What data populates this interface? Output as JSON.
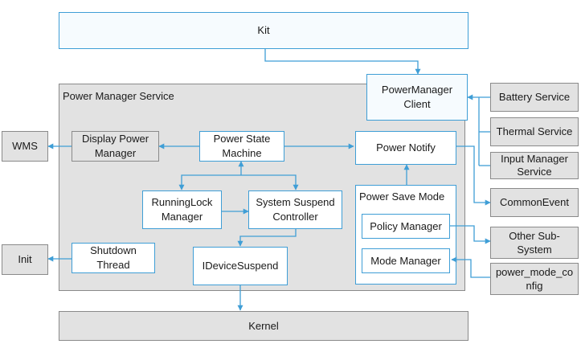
{
  "colors": {
    "accent": "#3f9ed6",
    "container_fill": "#e2e2e2",
    "container_border": "#8a8a8a",
    "line": "#3f9ed6"
  },
  "kit": "Kit",
  "service": {
    "title": "Power Manager Service",
    "client": "PowerManager Client",
    "display": "Display Power Manager",
    "psm": "Power State Machine",
    "notify": "Power Notify",
    "runninglock": "RunningLock Manager",
    "suspend_controller": "System Suspend Controller",
    "save_mode": {
      "title": "Power Save Mode",
      "policy": "Policy Manager",
      "mode": "Mode Manager"
    },
    "shutdown": "Shutdown Thread",
    "idevice": "IDeviceSuspend"
  },
  "wms": "WMS",
  "init": "Init",
  "kernel": "Kernel",
  "external": {
    "battery": "Battery Service",
    "thermal": "Thermal Service",
    "input": "Input Manager Service",
    "common_event": "CommonEvent",
    "other_sub": "Other Sub-System",
    "power_mode_config": "power_mode_config"
  }
}
